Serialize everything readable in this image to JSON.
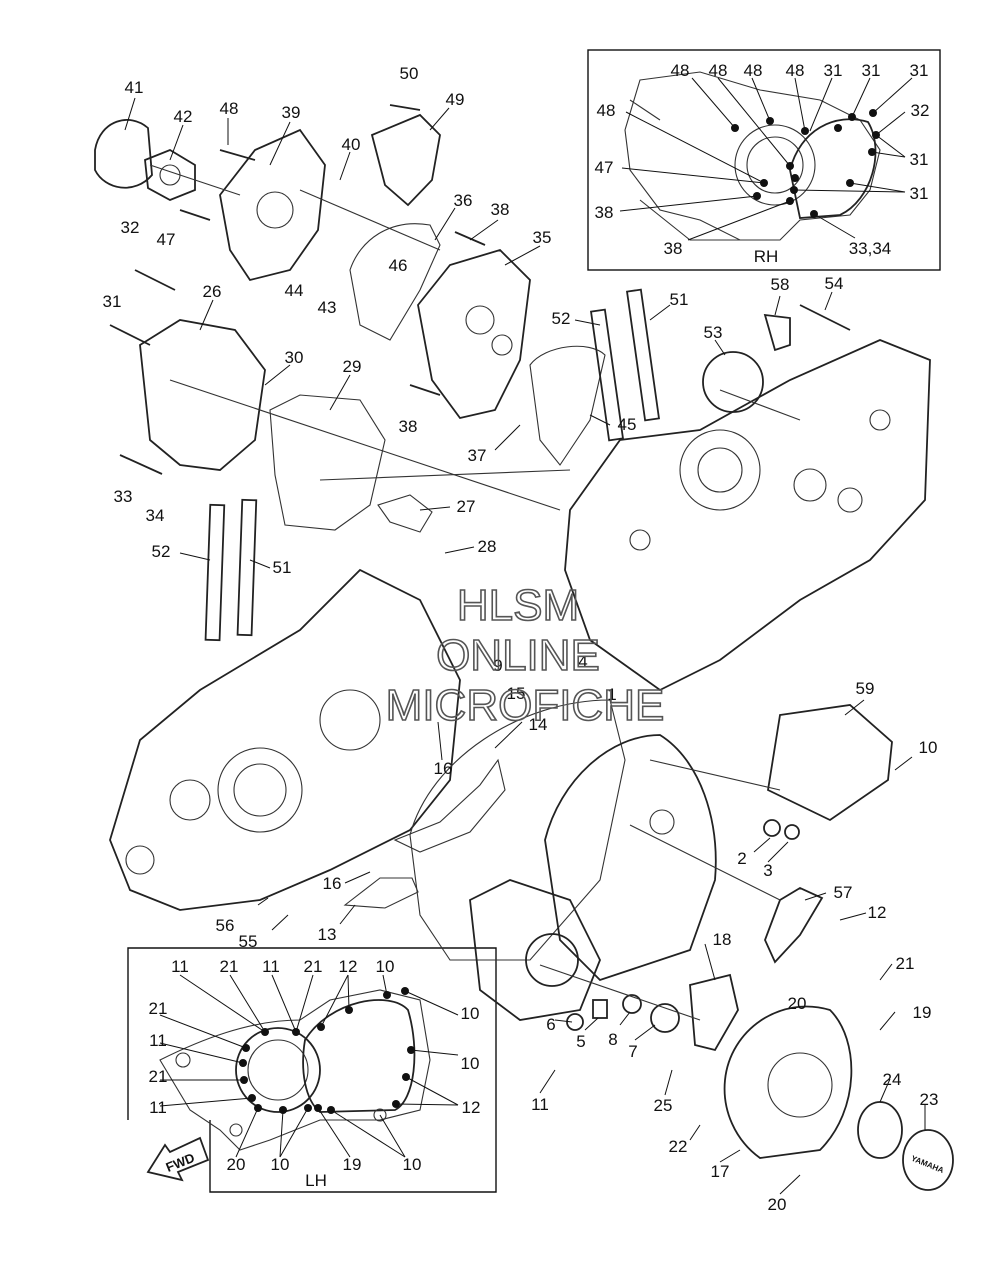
{
  "watermark": {
    "line1": "HLSM",
    "line2": "ONLINE",
    "line3": "MICROFICHE"
  },
  "inset_rh_label": "RH",
  "inset_lh_label": "LH",
  "fwd_label": "FWD",
  "cover_brand": "YAMAHA",
  "callouts": [
    {
      "id": "c41",
      "text": "41"
    },
    {
      "id": "c42",
      "text": "42"
    },
    {
      "id": "c48a",
      "text": "48"
    },
    {
      "id": "c39",
      "text": "39"
    },
    {
      "id": "c50",
      "text": "50"
    },
    {
      "id": "c49",
      "text": "49"
    },
    {
      "id": "c40",
      "text": "40"
    },
    {
      "id": "c47a",
      "text": "47"
    },
    {
      "id": "c32a",
      "text": "32"
    },
    {
      "id": "c44",
      "text": "44"
    },
    {
      "id": "c43",
      "text": "43"
    },
    {
      "id": "c46",
      "text": "46"
    },
    {
      "id": "c36",
      "text": "36"
    },
    {
      "id": "c38a",
      "text": "38"
    },
    {
      "id": "c35",
      "text": "35"
    },
    {
      "id": "c31a",
      "text": "31"
    },
    {
      "id": "c26",
      "text": "26"
    },
    {
      "id": "c30",
      "text": "30"
    },
    {
      "id": "c29",
      "text": "29"
    },
    {
      "id": "c38b",
      "text": "38"
    },
    {
      "id": "c37",
      "text": "37"
    },
    {
      "id": "c52a",
      "text": "52"
    },
    {
      "id": "c51a",
      "text": "51"
    },
    {
      "id": "c45",
      "text": "45"
    },
    {
      "id": "c53",
      "text": "53"
    },
    {
      "id": "c58",
      "text": "58"
    },
    {
      "id": "c54",
      "text": "54"
    },
    {
      "id": "c33",
      "text": "33"
    },
    {
      "id": "c34",
      "text": "34"
    },
    {
      "id": "c27",
      "text": "27"
    },
    {
      "id": "c28",
      "text": "28"
    },
    {
      "id": "c52b",
      "text": "52"
    },
    {
      "id": "c51b",
      "text": "51"
    },
    {
      "id": "c9",
      "text": "9"
    },
    {
      "id": "c4",
      "text": "4"
    },
    {
      "id": "c15",
      "text": "15"
    },
    {
      "id": "c1",
      "text": "1"
    },
    {
      "id": "c14",
      "text": "14"
    },
    {
      "id": "c16a",
      "text": "16"
    },
    {
      "id": "c59",
      "text": "59"
    },
    {
      "id": "c10a",
      "text": "10"
    },
    {
      "id": "c2",
      "text": "2"
    },
    {
      "id": "c3",
      "text": "3"
    },
    {
      "id": "c16b",
      "text": "16"
    },
    {
      "id": "c57",
      "text": "57"
    },
    {
      "id": "c13",
      "text": "13"
    },
    {
      "id": "c56",
      "text": "56"
    },
    {
      "id": "c55",
      "text": "55"
    },
    {
      "id": "c12a",
      "text": "12"
    },
    {
      "id": "c18",
      "text": "18"
    },
    {
      "id": "c21a",
      "text": "21"
    },
    {
      "id": "c6",
      "text": "6"
    },
    {
      "id": "c5",
      "text": "5"
    },
    {
      "id": "c8",
      "text": "8"
    },
    {
      "id": "c7",
      "text": "7"
    },
    {
      "id": "c19a",
      "text": "19"
    },
    {
      "id": "c20a",
      "text": "20"
    },
    {
      "id": "c11a",
      "text": "11"
    },
    {
      "id": "c24",
      "text": "24"
    },
    {
      "id": "c23",
      "text": "23"
    },
    {
      "id": "c25",
      "text": "25"
    },
    {
      "id": "c22",
      "text": "22"
    },
    {
      "id": "c17",
      "text": "17"
    },
    {
      "id": "c20b",
      "text": "20"
    }
  ],
  "inset_rh_callouts": [
    {
      "id": "r48a",
      "text": "48"
    },
    {
      "id": "r48b",
      "text": "48"
    },
    {
      "id": "r48c",
      "text": "48"
    },
    {
      "id": "r48d",
      "text": "48"
    },
    {
      "id": "r31a",
      "text": "31"
    },
    {
      "id": "r31b",
      "text": "31"
    },
    {
      "id": "r31c",
      "text": "31"
    },
    {
      "id": "r48e",
      "text": "48"
    },
    {
      "id": "r32",
      "text": "32"
    },
    {
      "id": "r31d",
      "text": "31"
    },
    {
      "id": "r47",
      "text": "47"
    },
    {
      "id": "r31e",
      "text": "31"
    },
    {
      "id": "r38a",
      "text": "38"
    },
    {
      "id": "r38b",
      "text": "38"
    },
    {
      "id": "r3334",
      "text": "33,34"
    }
  ],
  "inset_lh_callouts": [
    {
      "id": "l11a",
      "text": "11"
    },
    {
      "id": "l21a",
      "text": "21"
    },
    {
      "id": "l11b",
      "text": "11"
    },
    {
      "id": "l21b",
      "text": "21"
    },
    {
      "id": "l12a",
      "text": "12"
    },
    {
      "id": "l10a",
      "text": "10"
    },
    {
      "id": "l21c",
      "text": "21"
    },
    {
      "id": "l10b",
      "text": "10"
    },
    {
      "id": "l11c",
      "text": "11"
    },
    {
      "id": "l10c",
      "text": "10"
    },
    {
      "id": "l21d",
      "text": "21"
    },
    {
      "id": "l12b",
      "text": "12"
    },
    {
      "id": "l11d",
      "text": "11"
    },
    {
      "id": "l20",
      "text": "20"
    },
    {
      "id": "l10d",
      "text": "10"
    },
    {
      "id": "l19",
      "text": "19"
    },
    {
      "id": "l10e",
      "text": "10"
    }
  ]
}
